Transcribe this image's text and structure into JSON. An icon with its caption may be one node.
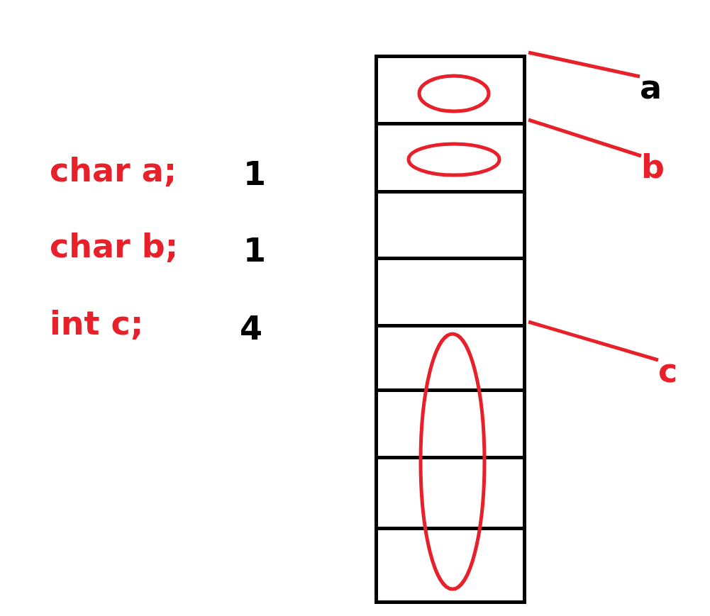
{
  "diagram": {
    "nodes": [
      {
        "text": [],
        "shape": "box"
      },
      {
        "text": [],
        "shape": "box",
        "in": 0
      },
      {
        "text": [],
        "shape": "box",
        "in": 0
      },
      {
        "text": [],
        "shape": "box",
        "in": 0
      },
      {
        "text": [],
        "shape": "box",
        "in": 0
      },
      {
        "text": [],
        "shape": "box",
        "in": 0
      },
      {
        "text": [],
        "shape": "box",
        "in": 0
      },
      {
        "text": [],
        "shape": "box",
        "in": 0
      },
      {
        "text": [],
        "shape": "box",
        "in": 0
      },
      {
        "text": [],
        "shape": "ellipse",
        "in": 1
      },
      {
        "text": [],
        "shape": "ellipse",
        "in": 2
      },
      {
        "text": [],
        "shape": "ellipse",
        "in": 0
      },
      {
        "text": [
          "a"
        ]
      },
      {
        "text": [
          "b"
        ]
      },
      {
        "text": [
          "c"
        ]
      }
    ],
    "edges": [
      {
        "from": 12,
        "to": 1,
        "arrow": "none"
      },
      {
        "from": 13,
        "to": 2,
        "arrow": "none"
      },
      {
        "from": 14,
        "to": 5,
        "arrow": "none"
      }
    ],
    "labels": [
      "char a;",
      "1",
      "char b;",
      "1",
      "int c;",
      "4"
    ]
  }
}
